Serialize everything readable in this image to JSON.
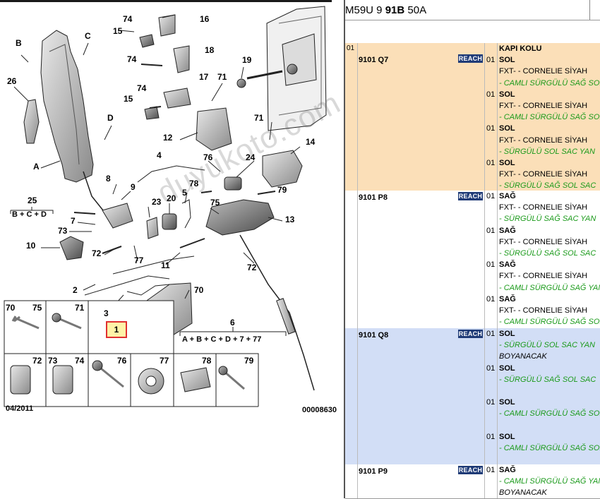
{
  "diagram": {
    "labels": {
      "l74a": "74",
      "l16": "16",
      "l15a": "15",
      "l18": "18",
      "l74b": "74",
      "lB": "B",
      "lC": "C",
      "l19": "19",
      "l26": "26",
      "l74c": "74",
      "l17": "17",
      "l71a": "71",
      "l15b": "15",
      "lD": "D",
      "l12": "12",
      "l71b": "71",
      "l14": "14",
      "lA": "A",
      "l4": "4",
      "l76": "76",
      "l24": "24",
      "l8": "8",
      "l9": "9",
      "l78": "78",
      "l79": "79",
      "l25": "25",
      "l23": "23",
      "l20": "20",
      "l5": "5",
      "l75": "75",
      "l7": "7",
      "l13": "13",
      "l73": "73",
      "l10": "10",
      "l72a": "72",
      "l77": "77",
      "l11": "11",
      "l72b": "72",
      "l2": "2",
      "l70a": "70",
      "l3": "3",
      "l1": "1",
      "l6": "6"
    },
    "formula25": "B + C + D",
    "formula6": "A + B + C + D + 7 + 77",
    "cells": [
      "70",
      "75",
      "71",
      "72",
      "73",
      "74",
      "76",
      "77",
      "78",
      "79"
    ],
    "date": "04/2011",
    "ref_code": "00008630",
    "watermark": "duyukoto.com"
  },
  "header": {
    "code_pre": "M59U 9 ",
    "code_bold": "91B",
    "code_post": " 50A"
  },
  "groups": [
    {
      "seq": "01",
      "color": "#fbdfb8",
      "code": "9101 Q7",
      "badge": "REACH",
      "lines": [
        {
          "qty": "",
          "t": "KAPI KOLU",
          "cls": "d1"
        },
        {
          "qty": "01",
          "t": "SOL",
          "cls": "d1"
        },
        {
          "qty": "",
          "t": "FXT- - CORNELIE SİYAH",
          "cls": "d2"
        },
        {
          "qty": "",
          "t": "- CAMLI SÜRGÜLÜ SAĞ SOL SAC",
          "cls": "d3"
        },
        {
          "qty": "01",
          "t": "SOL",
          "cls": "d1"
        },
        {
          "qty": "",
          "t": "FXT- - CORNELIE SİYAH",
          "cls": "d2"
        },
        {
          "qty": "",
          "t": "- CAMLI SÜRGÜLÜ SAĞ SOL YAN",
          "cls": "d3"
        },
        {
          "qty": "01",
          "t": "SOL",
          "cls": "d1"
        },
        {
          "qty": "",
          "t": "FXT- - CORNELIE SİYAH",
          "cls": "d2"
        },
        {
          "qty": "",
          "t": "- SÜRGÜLÜ SOL SAC YAN",
          "cls": "d3"
        },
        {
          "qty": "01",
          "t": "SOL",
          "cls": "d1"
        },
        {
          "qty": "",
          "t": "FXT- - CORNELIE SİYAH",
          "cls": "d2"
        },
        {
          "qty": "",
          "t": "- SÜRGÜLÜ SAĞ SOL SAC",
          "cls": "d3"
        }
      ]
    },
    {
      "seq": "",
      "color": "#ffffff",
      "code": "9101 P8",
      "badge": "REACH",
      "lines": [
        {
          "qty": "01",
          "t": "SAĞ",
          "cls": "d1"
        },
        {
          "qty": "",
          "t": "FXT- - CORNELIE SİYAH",
          "cls": "d2"
        },
        {
          "qty": "",
          "t": "- SÜRGÜLÜ SAĞ SAC YAN",
          "cls": "d3"
        },
        {
          "qty": "01",
          "t": "SAĞ",
          "cls": "d1"
        },
        {
          "qty": "",
          "t": "FXT- - CORNELIE SİYAH",
          "cls": "d2"
        },
        {
          "qty": "",
          "t": "- SÜRGÜLÜ SAĞ SOL SAC",
          "cls": "d3"
        },
        {
          "qty": "01",
          "t": "SAĞ",
          "cls": "d1"
        },
        {
          "qty": "",
          "t": "FXT- - CORNELIE SİYAH",
          "cls": "d2"
        },
        {
          "qty": "",
          "t": "- CAMLI SÜRGÜLÜ SAĞ YAN",
          "cls": "d3"
        },
        {
          "qty": "01",
          "t": "SAĞ",
          "cls": "d1"
        },
        {
          "qty": "",
          "t": "FXT- - CORNELIE SİYAH",
          "cls": "d2"
        },
        {
          "qty": "",
          "t": "- CAMLI SÜRGÜLÜ SAĞ SOL",
          "cls": "d3"
        }
      ]
    },
    {
      "seq": "",
      "color": "#d2def6",
      "code": "9101 Q8",
      "badge": "REACH",
      "lines": [
        {
          "qty": "01",
          "t": "SOL",
          "cls": "d1"
        },
        {
          "qty": "",
          "t": "- SÜRGÜLÜ SOL SAC YAN",
          "cls": "d3"
        },
        {
          "qty": "",
          "t": "BOYANACAK",
          "cls": "d4"
        },
        {
          "qty": "01",
          "t": "SOL",
          "cls": "d1"
        },
        {
          "qty": "",
          "t": "- SÜRGÜLÜ SAĞ SOL SAC",
          "cls": "d3"
        },
        {
          "qty": "",
          "t": "",
          "cls": "d4"
        },
        {
          "qty": "01",
          "t": "SOL",
          "cls": "d1"
        },
        {
          "qty": "",
          "t": "- CAMLI SÜRGÜLÜ SAĞ SOL",
          "cls": "d3"
        },
        {
          "qty": "",
          "t": "",
          "cls": "d4"
        },
        {
          "qty": "01",
          "t": "SOL",
          "cls": "d1"
        },
        {
          "qty": "",
          "t": "- CAMLI SÜRGÜLÜ SAĞ SOL",
          "cls": "d3"
        }
      ]
    },
    {
      "seq": "",
      "color": "#ffffff",
      "code": "9101 P9",
      "badge": "REACH",
      "lines": [
        {
          "qty": "01",
          "t": "SAĞ",
          "cls": "d1"
        },
        {
          "qty": "",
          "t": "- CAMLI SÜRGÜLÜ SAĞ YAN",
          "cls": "d3"
        },
        {
          "qty": "",
          "t": "BOYANACAK",
          "cls": "d4"
        }
      ]
    }
  ]
}
